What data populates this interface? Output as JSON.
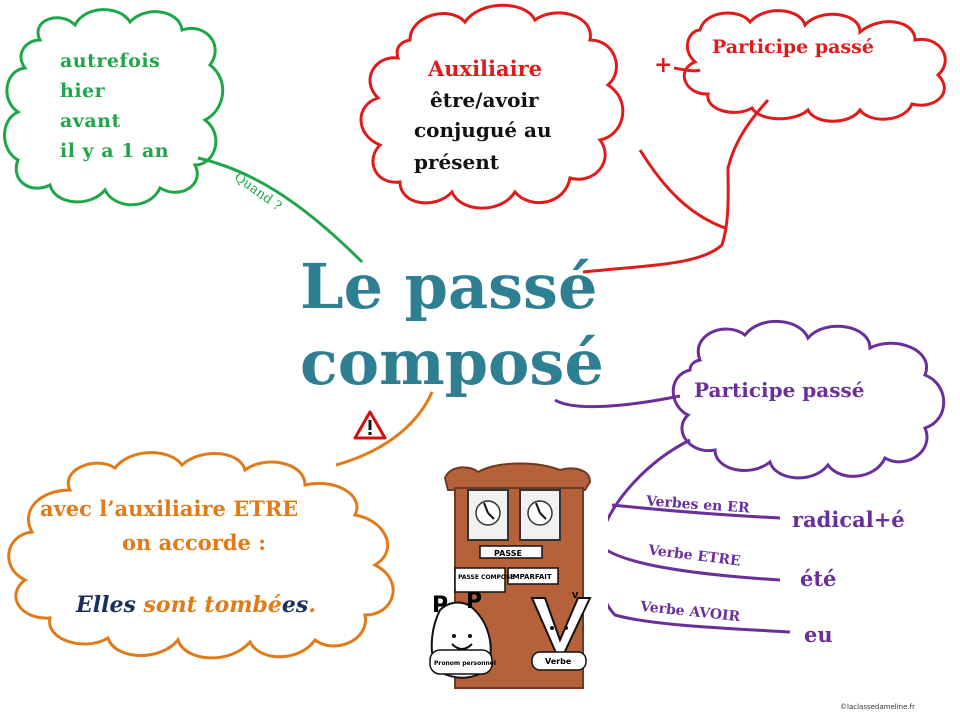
{
  "title": {
    "line1": "Le passé",
    "line2": "composé"
  },
  "when_branch": {
    "label": "Quand ?",
    "items": [
      "autrefois",
      "hier",
      "avant",
      "il y a 1 an"
    ]
  },
  "auxiliary": {
    "title": "Auxiliaire",
    "line1": "être/avoir",
    "line2": "conjugué au",
    "line3": "présent",
    "plus": "+",
    "participle": "Participe passé"
  },
  "participle_branch": {
    "title": "Participe passé",
    "rules": [
      {
        "case": "Verbes en ER",
        "form": "radical+é"
      },
      {
        "case": "Verbe ETRE",
        "form": "été"
      },
      {
        "case": "Verbe AVOIR",
        "form": "eu"
      }
    ]
  },
  "agreement": {
    "line1": "avec l’auxiliaire ETRE",
    "line2": "on accorde :",
    "example": {
      "subject": "Elles ",
      "aux": "sont ",
      "stem": "tombé",
      "ending": "es",
      "dot": "."
    }
  },
  "illustration": {
    "labels": [
      "PASSE",
      "PASSE COMPOSE",
      "IMPARFAIT",
      "Pronom personnel",
      "Verbe"
    ],
    "letters": [
      "P",
      "P",
      "V"
    ]
  },
  "credit": "©laclassedameline.fr",
  "colors": {
    "green": "#1fa64a",
    "red": "#e01b1b",
    "purple": "#6b2f9a",
    "orange": "#e07b1a",
    "teal": "#2f7f93",
    "navy": "#1b2f5c"
  },
  "icons": [
    "warning-triangle-icon"
  ]
}
